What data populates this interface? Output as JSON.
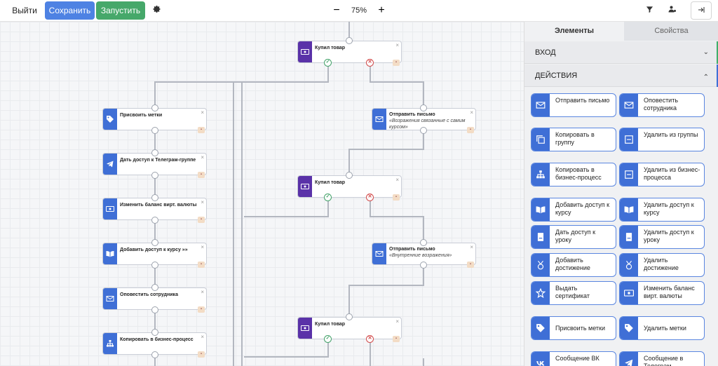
{
  "toolbar": {
    "exit_label": "Выйти",
    "save_label": "Сохранить",
    "run_label": "Запустить",
    "zoom_minus": "−",
    "zoom_value": "75%",
    "zoom_plus": "+"
  },
  "canvas": {
    "nodes": {
      "bought1": {
        "title": "Купил товар",
        "icon": "money-icon"
      },
      "tags": {
        "title": "Присвоить метки",
        "icon": "tag-icon"
      },
      "telegram": {
        "title": "Дать доступ к Телеграм-группе",
        "icon": "telegram-icon"
      },
      "balance": {
        "title": "Изменить баланс вирт. валюты",
        "icon": "money-icon"
      },
      "course": {
        "title": "Добавить доступ к курсу »»",
        "icon": "book-icon"
      },
      "notify": {
        "title": "Оповестить сотрудника",
        "icon": "mail-icon"
      },
      "bizcopy": {
        "title": "Копировать в бизнес-процесс",
        "icon": "org-icon"
      },
      "letter1": {
        "title": "Отправить письмо",
        "subtitle": "«Возражения связанные с самим курсом»",
        "icon": "mail-icon"
      },
      "bought2": {
        "title": "Купил товар",
        "icon": "money-icon"
      },
      "letter2": {
        "title": "Отправить письмо",
        "subtitle": "«Внутренние возражения»",
        "icon": "mail-icon"
      },
      "bought3": {
        "title": "Купил товар",
        "icon": "money-icon"
      }
    },
    "close_glyph": "×",
    "yes_glyph": "✓",
    "no_glyph": "✕"
  },
  "panel": {
    "tabs": {
      "elements": "Элементы",
      "properties": "Свойства"
    },
    "sections": {
      "entry": {
        "label": "ВХОД",
        "accent": "#3fae6b"
      },
      "actions": {
        "label": "ДЕЙСТВИЯ",
        "accent": "#3f6fd6"
      }
    },
    "chevron_down": "⌄",
    "chevron_up": "⌃",
    "cards": {
      "send_letter": {
        "label": "Отправить письмо",
        "icon": "mail-icon"
      },
      "notify_staff": {
        "label": "Оповестить сотрудника",
        "icon": "mail-icon"
      },
      "copy_group": {
        "label": "Копировать в группу",
        "icon": "copy-icon"
      },
      "remove_group": {
        "label": "Удалить из группы",
        "icon": "minus-box-icon"
      },
      "copy_bp": {
        "label": "Копировать в бизнес-процесс",
        "icon": "org-icon"
      },
      "remove_bp": {
        "label": "Удалить из бизнес-процесса",
        "icon": "minus-box-icon"
      },
      "add_course": {
        "label": "Добавить доступ к курсу",
        "icon": "book-icon"
      },
      "remove_course": {
        "label": "Удалить доступ к курсу",
        "icon": "book-icon"
      },
      "give_lesson": {
        "label": "Дать доступ к уроку",
        "icon": "lesson-icon"
      },
      "remove_lesson": {
        "label": "Удалить доступ к уроку",
        "icon": "lesson-icon"
      },
      "add_achievement": {
        "label": "Добавить достижение",
        "icon": "medal-icon"
      },
      "remove_achievement": {
        "label": "Удалить достижение",
        "icon": "medal-icon"
      },
      "certificate": {
        "label": "Выдать сертификат",
        "icon": "star-icon"
      },
      "change_balance": {
        "label": "Изменить баланс вирт. валюты",
        "icon": "money-icon"
      },
      "assign_tags": {
        "label": "Присвоить метки",
        "icon": "tag-icon"
      },
      "remove_tags": {
        "label": "Удалить метки",
        "icon": "tag-icon"
      },
      "msg_vk": {
        "label": "Сообщение ВК",
        "icon": "vk-icon"
      },
      "msg_tg": {
        "label": "Сообщение в Телеграм",
        "icon": "telegram-icon"
      }
    }
  }
}
